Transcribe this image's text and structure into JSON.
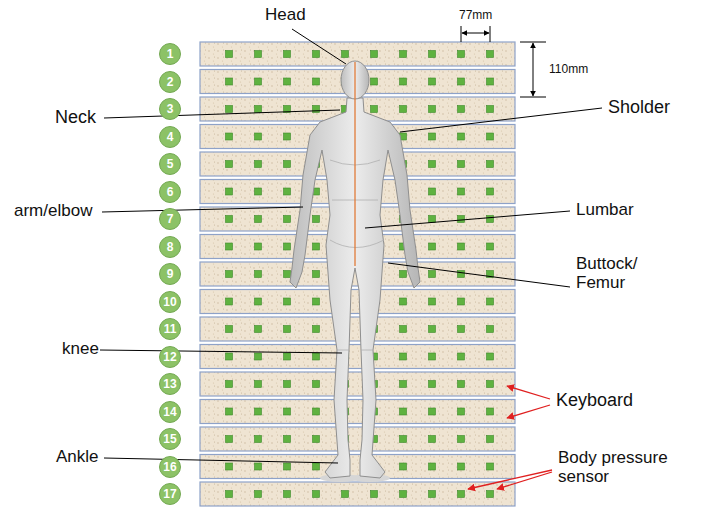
{
  "diagram": {
    "nodes": [
      {
        "text": [
          "1"
        ]
      },
      {
        "text": [
          "2"
        ]
      },
      {
        "text": [
          "3"
        ]
      },
      {
        "text": [
          "4"
        ]
      },
      {
        "text": [
          "5"
        ]
      },
      {
        "text": [
          "6"
        ]
      },
      {
        "text": [
          "7"
        ]
      },
      {
        "text": [
          "8"
        ]
      },
      {
        "text": [
          "9"
        ]
      },
      {
        "text": [
          "10"
        ]
      },
      {
        "text": [
          "11"
        ]
      },
      {
        "text": [
          "12"
        ]
      },
      {
        "text": [
          "13"
        ]
      },
      {
        "text": [
          "14"
        ]
      },
      {
        "text": [
          "15"
        ]
      },
      {
        "text": [
          "16"
        ]
      },
      {
        "text": [
          "17"
        ]
      }
    ],
    "labels": [
      "Head",
      "77mm",
      "110mm",
      "Neck",
      "Sholder",
      "arm/elbow",
      "Lumbar",
      "Buttock/ Femur",
      "knee",
      "Ankle",
      "Keyboard",
      "Body pressure sensor"
    ]
  }
}
